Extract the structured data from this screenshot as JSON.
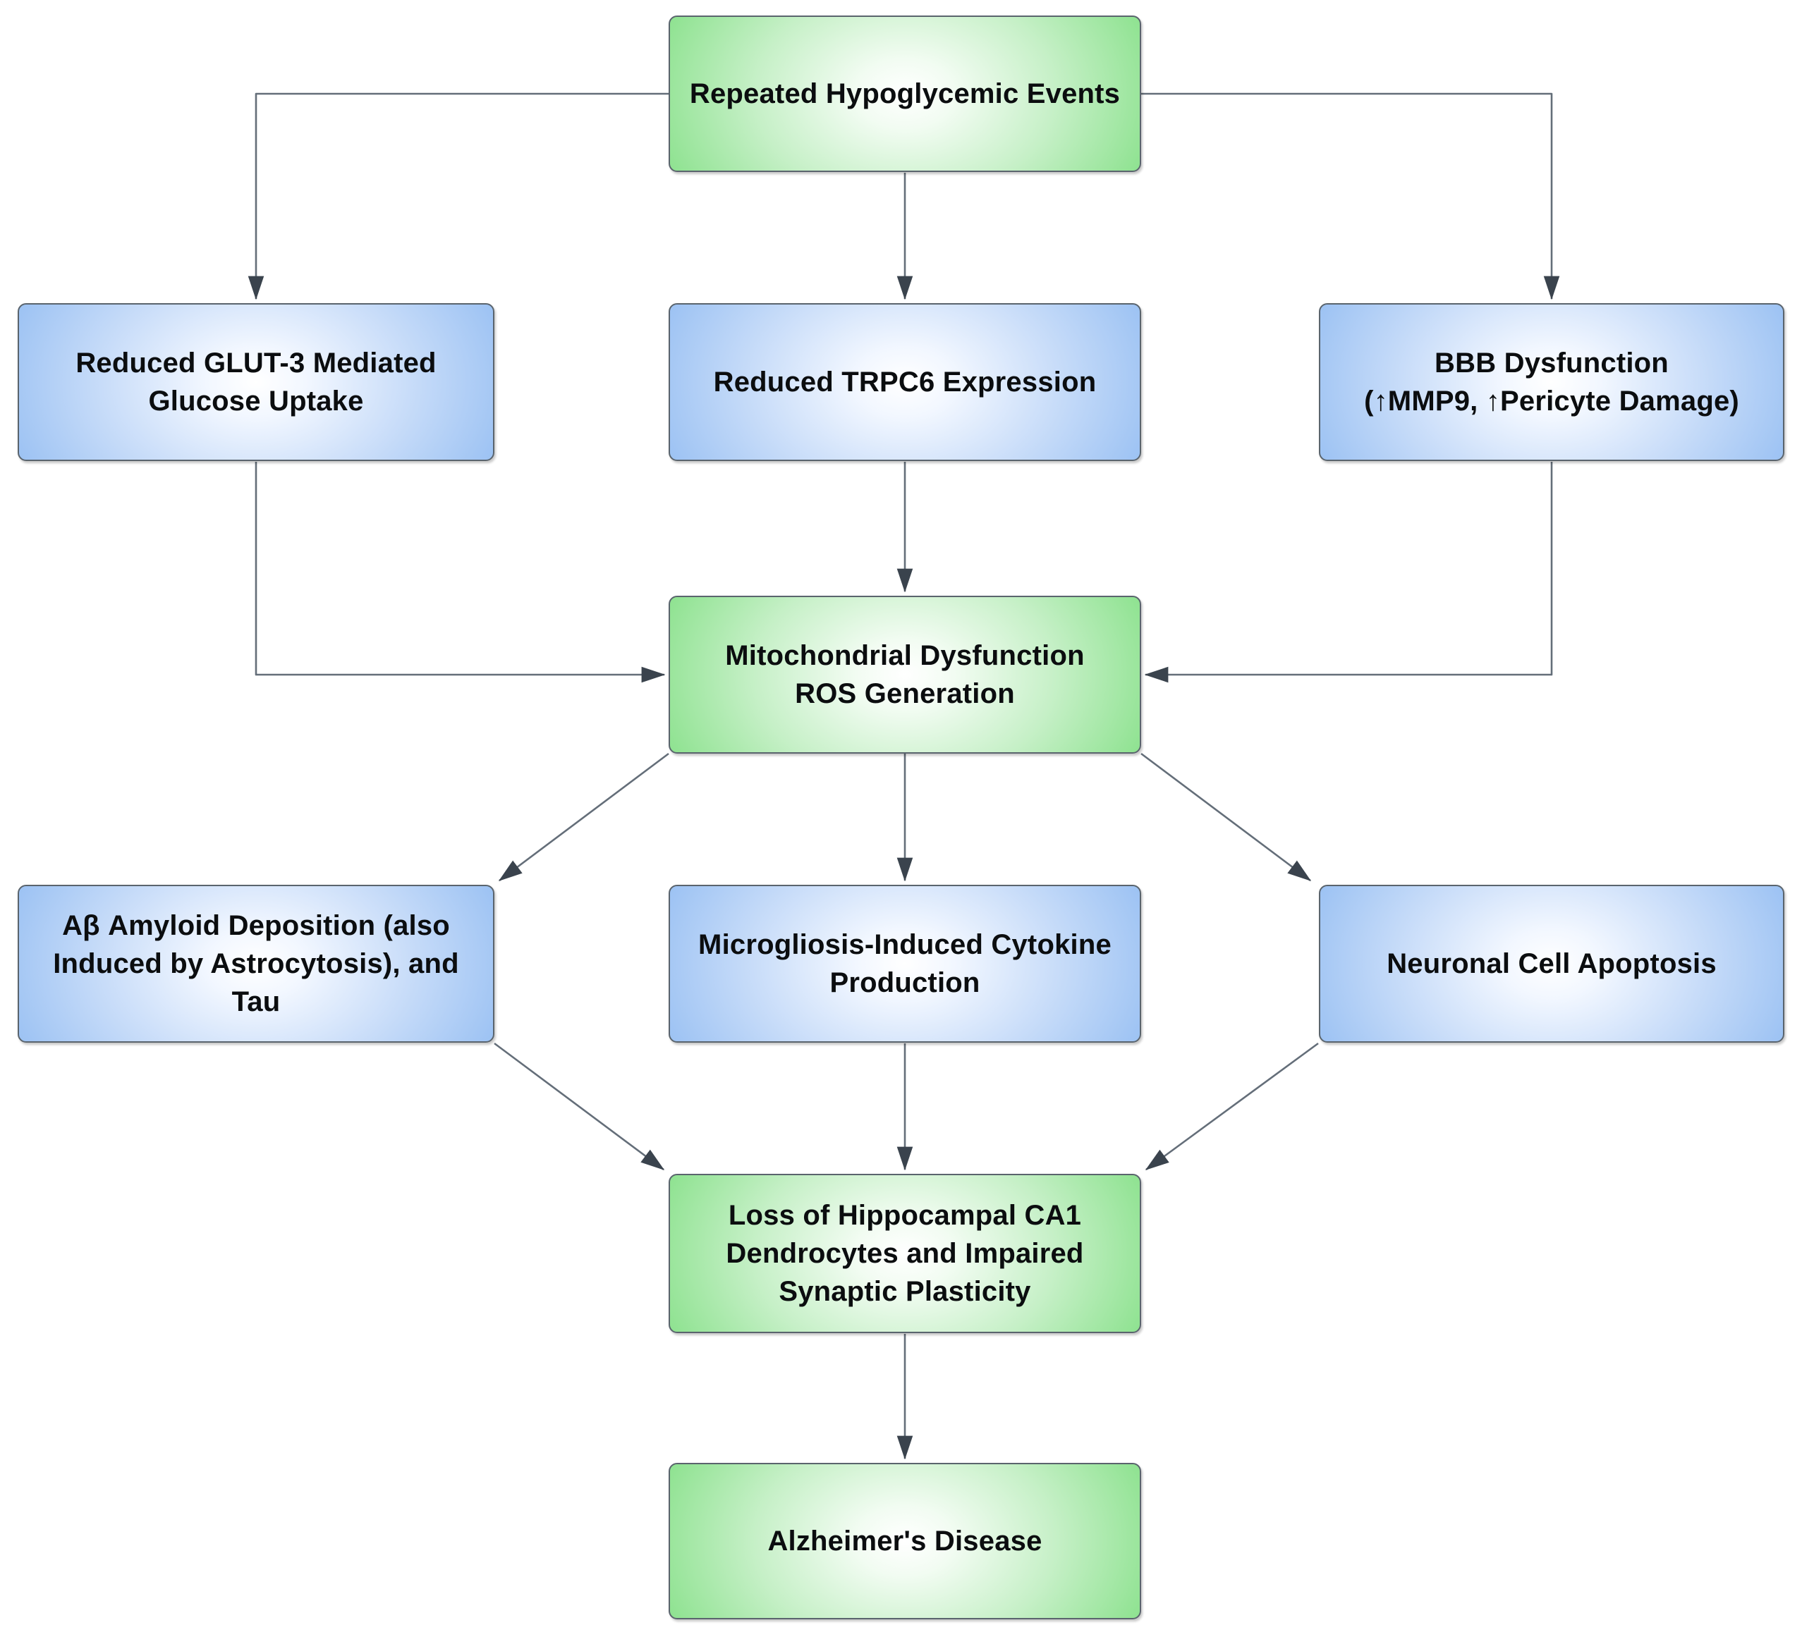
{
  "diagram": {
    "background": "#ffffff",
    "colors": {
      "green_box_edge": "#8ee290",
      "blue_box_edge": "#9cc2f3",
      "box_center": "#ffffff",
      "box_border": "#5a646d",
      "arrow_line": "#646e79",
      "arrow_head": "#3a434d",
      "text": "#0b0d0f"
    },
    "nodes": [
      {
        "id": "hypoglycemia",
        "type": "green",
        "label": "Repeated Hypoglycemic Events"
      },
      {
        "id": "glut3",
        "type": "blue",
        "label": "Reduced GLUT-3 Mediated\nGlucose Uptake"
      },
      {
        "id": "trpc6",
        "type": "blue",
        "label": "Reduced TRPC6 Expression"
      },
      {
        "id": "bbb",
        "type": "blue",
        "label": "BBB Dysfunction\n(↑MMP9, ↑Pericyte Damage)"
      },
      {
        "id": "mito",
        "type": "green",
        "label": "Mitochondrial Dysfunction\nROS Generation"
      },
      {
        "id": "abeta",
        "type": "blue",
        "label": "Aβ Amyloid Deposition (also\nInduced by Astrocytosis), and\nTau"
      },
      {
        "id": "micro",
        "type": "blue",
        "label": "Microgliosis-Induced Cytokine\nProduction"
      },
      {
        "id": "neuro",
        "type": "blue",
        "label": "Neuronal Cell Apoptosis"
      },
      {
        "id": "loss",
        "type": "green",
        "label": "Loss of Hippocampal CA1\nDendrocytes and Impaired\nSynaptic Plasticity"
      },
      {
        "id": "alz",
        "type": "green",
        "label": "Alzheimer's Disease"
      }
    ],
    "edges": [
      {
        "from": "hypoglycemia",
        "to": "glut3"
      },
      {
        "from": "hypoglycemia",
        "to": "trpc6"
      },
      {
        "from": "hypoglycemia",
        "to": "bbb"
      },
      {
        "from": "glut3",
        "to": "mito"
      },
      {
        "from": "trpc6",
        "to": "mito"
      },
      {
        "from": "bbb",
        "to": "mito"
      },
      {
        "from": "mito",
        "to": "abeta"
      },
      {
        "from": "mito",
        "to": "micro"
      },
      {
        "from": "mito",
        "to": "neuro"
      },
      {
        "from": "abeta",
        "to": "loss"
      },
      {
        "from": "micro",
        "to": "loss"
      },
      {
        "from": "neuro",
        "to": "loss"
      },
      {
        "from": "loss",
        "to": "alz"
      }
    ]
  }
}
